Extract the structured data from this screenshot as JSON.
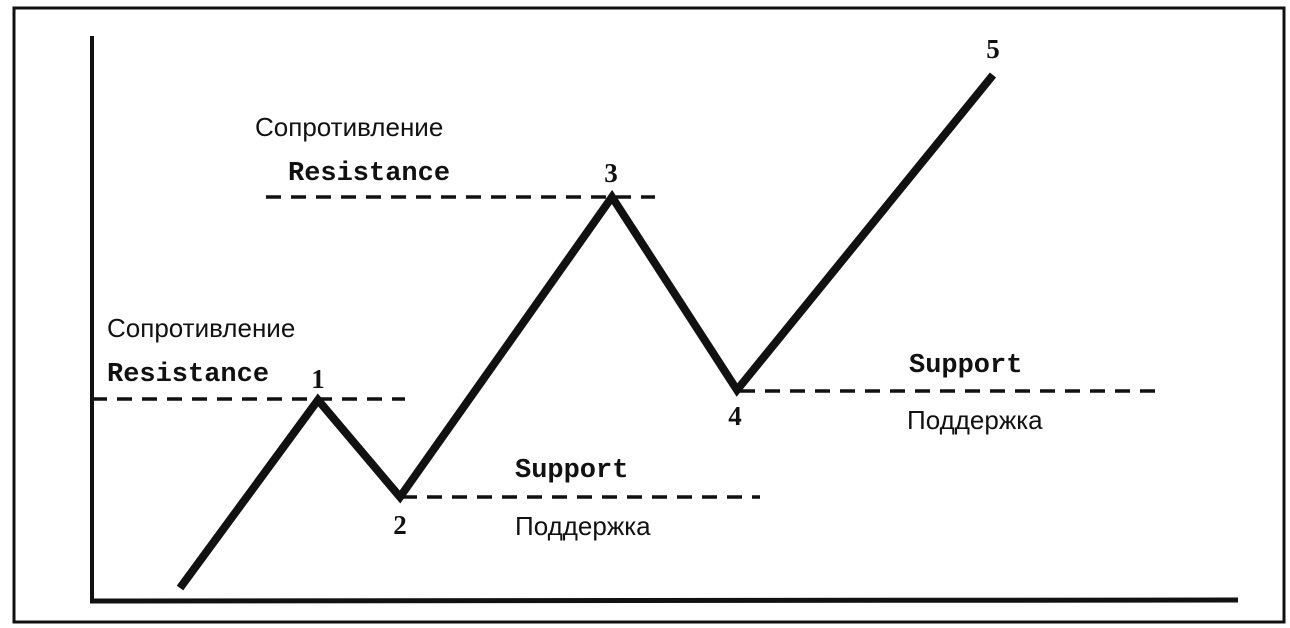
{
  "points": [
    {
      "label": "1"
    },
    {
      "label": "2"
    },
    {
      "label": "3"
    },
    {
      "label": "4"
    },
    {
      "label": "5"
    }
  ],
  "levels": [
    {
      "kind": "resistance",
      "label_ru": "Сопротивление",
      "label_en": "Resistance"
    },
    {
      "kind": "resistance",
      "label_ru": "Сопротивление",
      "label_en": "Resistance"
    },
    {
      "kind": "support",
      "label_ru": "Поддержка",
      "label_en": "Support"
    },
    {
      "kind": "support",
      "label_ru": "Поддержка",
      "label_en": "Support"
    }
  ],
  "colors": {
    "ink": "#111111",
    "background": "#ffffff"
  }
}
